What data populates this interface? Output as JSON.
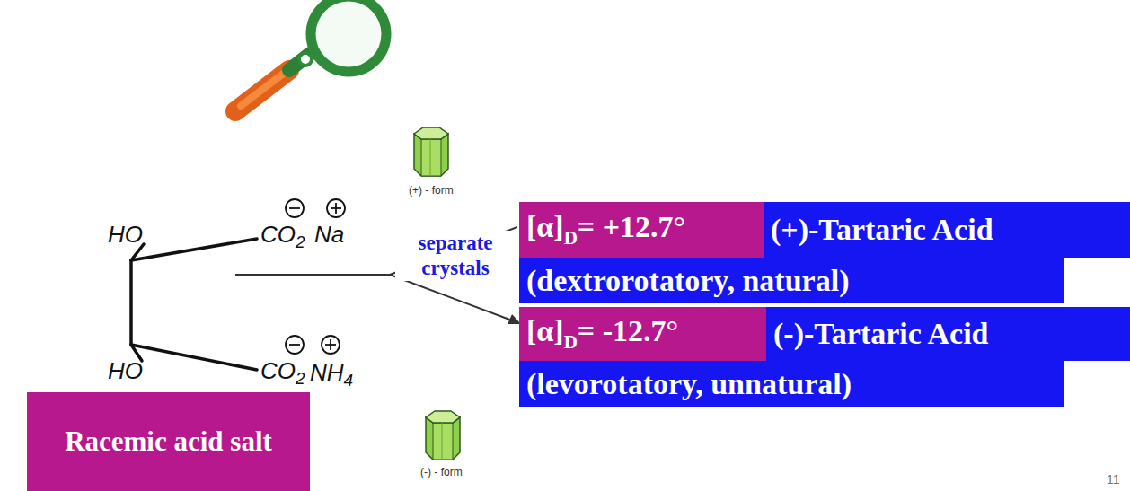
{
  "diagram": {
    "nodes": [
      {
        "text": [
          "[α]",
          "D",
          "= +12.7°"
        ]
      },
      {
        "text": [
          "(+)-Tartaric Acid"
        ]
      },
      {
        "text": [
          "(dextrorotatory, natural)"
        ]
      },
      {
        "text": [
          "[α]",
          "D",
          "= -12.7°"
        ]
      },
      {
        "text": [
          "(-)-Tartaric Acid"
        ]
      },
      {
        "text": [
          "(levorotatory, unnatural)"
        ]
      },
      {
        "text": [
          "Racemic acid salt"
        ]
      }
    ],
    "labels": [
      "HO",
      "CO",
      "2",
      "Na",
      "HO",
      "CO",
      "2",
      "NH",
      "4",
      "separate crystals",
      "(+) - form",
      "(-) - form",
      "11"
    ]
  }
}
